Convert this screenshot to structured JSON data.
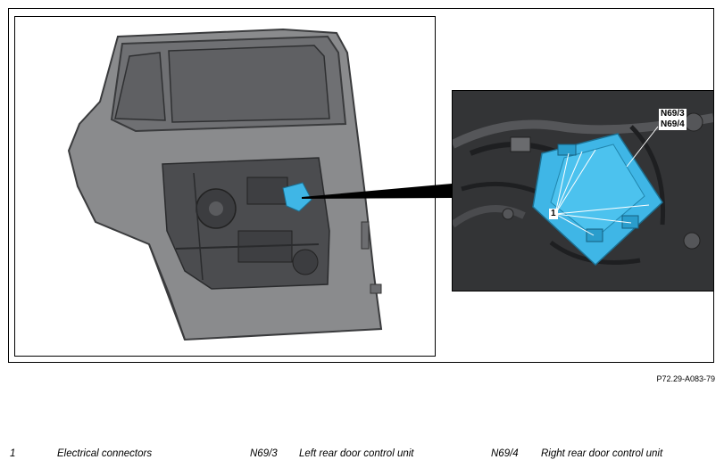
{
  "detail": {
    "label_n693": "N69/3",
    "label_n694": "N69/4",
    "label_connectors": "1"
  },
  "figure_code": "P72.29-A083-79",
  "legend": [
    {
      "key": "1",
      "text": "Electrical connectors"
    },
    {
      "key": "N69/3",
      "text": "Left rear door control unit"
    },
    {
      "key": "N69/4",
      "text": "Right rear door control unit"
    }
  ],
  "colors": {
    "door_body": "#8a8b8d",
    "door_dark": "#4b4c4f",
    "window": "#5f6063",
    "control_unit": "#3fb6e6",
    "detail_bg": "#2e2f31"
  }
}
